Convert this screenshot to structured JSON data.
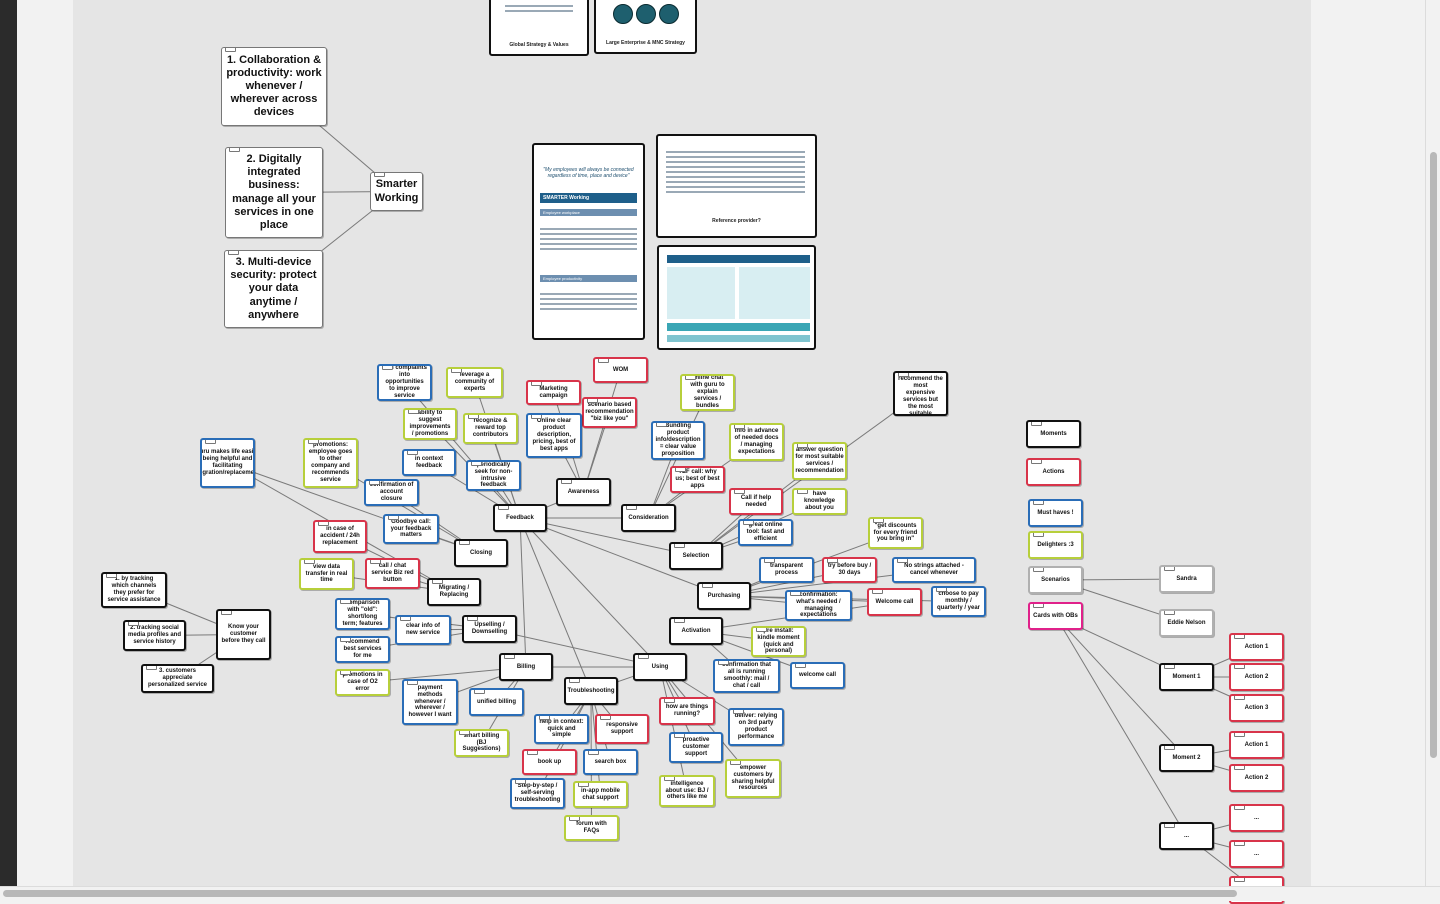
{
  "canvas": {
    "tiles_top": {
      "global_strategy_caption": "Global Strategy & Values",
      "large_enterprise_caption": "Large Enterprise & MNC Strategy"
    },
    "pillars": {
      "p1": "1. Collaboration & productivity: work whenever / wherever across devices",
      "p2": "2. Digitally integrated business: manage all your services in one place",
      "p3": "3. Multi-device security: protect your data anytime / anywhere",
      "smarter_working": "Smarter Working"
    },
    "images": {
      "smarter_quote": "\"My employees will always be connected regardless of time, place and device\"",
      "smarter_band": "SMARTER Working",
      "employee_workplace": "Employee workplace",
      "employee_productivity": "Employee productivity",
      "reference_caption": "Reference provider?"
    },
    "journey": {
      "awareness": "Awareness",
      "feedback": "Feedback",
      "consideration": "Consideration",
      "selection": "Selection",
      "purchasing": "Purchasing",
      "activation": "Activation",
      "using": "Using",
      "billing": "Billing",
      "troubleshooting": "Troubleshooting",
      "upselling": "Upselling / Downselling",
      "migrating": "Migrating / Replacing",
      "closing": "Closing",
      "know_customer": "Know your customer before they call",
      "welcome_call": "Welcome call"
    },
    "notes": {
      "turn_complaints": "turn complaints into opportunities to improve service",
      "leverage_community": "leverage a community of experts",
      "marketing_campaign": "Marketing campaign",
      "wom": "WOM",
      "scenario_reco": "scenario based recommendation \"biz like you\"",
      "online_clear": "Online clear product description, pricing, best of best apps",
      "ability_suggest": "ability to suggest improvements / promotions",
      "recognize_reward": "recognize & reward top contributors",
      "guru_life": "guru makes life easier being helpful and facilitating migration/replacement",
      "promotions_employee": "promotions: employee goes to other company and recommends service",
      "in_context": "in context feedback",
      "periodically_seek": "periodically seek for non-intrusive feedback",
      "confirmation_closure": "confirmation of account closure",
      "goodbye_call": "Goodbye call: your feedback matters",
      "accident": "in case of accident / 24h replacement",
      "view_data": "view data transfer in real time",
      "call_chat": "call / chat service Biz red button",
      "tracking_channels": "1. by tracking which channels they prefer for service assistance",
      "tracking_social": "2. tracking social media profiles and service history",
      "customers_appreciate": "3. customers appreciate personalized service",
      "comparison": "comparison with \"old\": short/long term; features",
      "clear_info": "clear info of new service",
      "recommend_best": "recommend best services for me",
      "promotions_o2": "promotions in case of O2 error",
      "payment_methods": "payment methods whenever / wherever / however I want",
      "unified_billing": "unified billing",
      "smart_billing": "smart billing (BJ Suggestions)",
      "help_context": "help in context: quick and simple",
      "responsive_support": "responsive support",
      "book_up": "book up",
      "search_box": "search box",
      "step_by_step": "Step-by-step / self-serving troubleshooting",
      "in_app_chat": "in-app mobile chat support",
      "forum_faqs": "forum with FAQs",
      "online_chat_guru": "online chat with guru to explain services / bundles",
      "bundling_product": "Bundling product info/description = clear value proposition",
      "info_advance": "info in advance of needed docs / managing expectations",
      "tef_call": "TEF call: why us; best of best apps",
      "call_if_help": "Call if help needed",
      "answer_question": "answer question for most suitable services / recommendation",
      "have_knowledge": "have knowledge about you",
      "great_online_tool": "great online tool: fast and efficient",
      "do_not_recommend": "do not recommend the most expensive services but the most suitable",
      "get_discounts": "\"get discounts for every friend you bring in\"",
      "transparent": "transparent process",
      "try_before_buy": "try before buy / 30 days",
      "no_strings": "No strings attached - cancel whenever",
      "confirmation_needed": "confirmation: what's needed / managing expectations",
      "choose_to_pay": "choose to pay monthly / quarterly / year",
      "pre_install": "pre install: kindle moment (quick and personal)",
      "confirmation_running": "confirmation that all is running smoothly: mail / chat / call",
      "welcome_call_small": "welcome call",
      "how_things": "how are things running?",
      "deliver_relying": "deliver: relying on 3rd party product performance",
      "proactive_support": "proactive customer support",
      "empower_customers": "empower customers by sharing helpful resources",
      "intelligence": "intelligence about use: BJ / others like me"
    },
    "legend": {
      "moments": "Moments",
      "actions": "Actions",
      "must_haves": "Must haves !",
      "delighters": "Delighters :3",
      "scenarios": "Scenarios",
      "cards_obs": "Cards with OBs",
      "sandra": "Sandra",
      "eddie": "Eddie Nelson",
      "moment1": "Moment 1",
      "moment2": "Moment 2",
      "moment_dots": "...",
      "action1": "Action 1",
      "action2": "Action 2",
      "action3": "Action 3",
      "action_dots": "..."
    }
  }
}
